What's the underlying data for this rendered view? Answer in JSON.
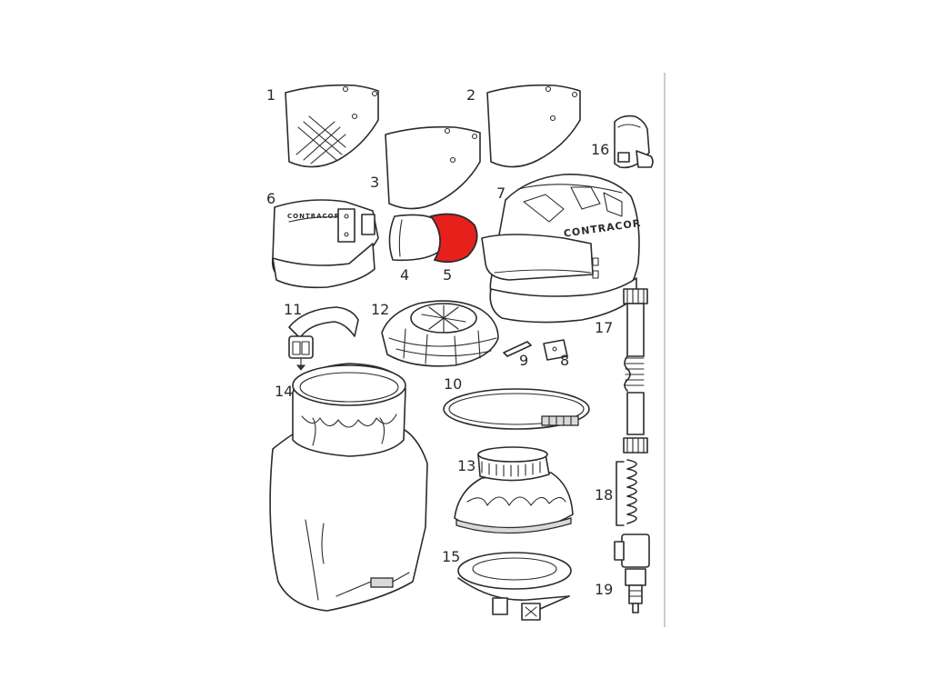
{
  "parts": [
    {
      "number": "1"
    },
    {
      "number": "2"
    },
    {
      "number": "3"
    },
    {
      "number": "4"
    },
    {
      "number": "5",
      "highlighted": true
    },
    {
      "number": "6"
    },
    {
      "number": "7"
    },
    {
      "number": "8"
    },
    {
      "number": "9"
    },
    {
      "number": "10"
    },
    {
      "number": "11"
    },
    {
      "number": "12"
    },
    {
      "number": "13"
    },
    {
      "number": "14"
    },
    {
      "number": "15"
    },
    {
      "number": "16"
    },
    {
      "number": "17"
    },
    {
      "number": "18"
    },
    {
      "number": "19"
    }
  ],
  "brand_marks": {
    "helmet": "CONTRACOR",
    "visor_frame": "CONTRACOR"
  },
  "colors": {
    "highlight": "#e8201c",
    "line": "#2b2b2b"
  }
}
